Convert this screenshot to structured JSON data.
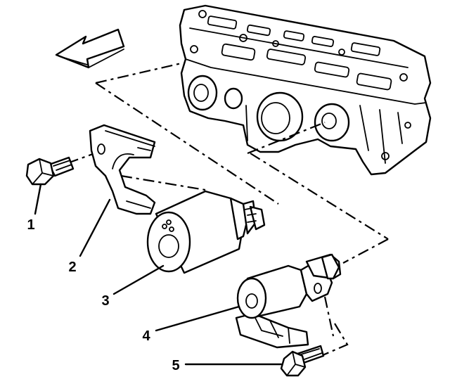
{
  "diagram": {
    "callouts": [
      {
        "id": "bolt-upper",
        "label": "1"
      },
      {
        "id": "bracket",
        "label": "2"
      },
      {
        "id": "solenoid-large",
        "label": "3"
      },
      {
        "id": "solenoid-small",
        "label": "4"
      },
      {
        "id": "bolt-lower",
        "label": "5"
      }
    ],
    "icons": {
      "direction_arrow": "arrow-left-icon"
    },
    "colors": {
      "line": "#000000",
      "background": "#ffffff"
    }
  }
}
